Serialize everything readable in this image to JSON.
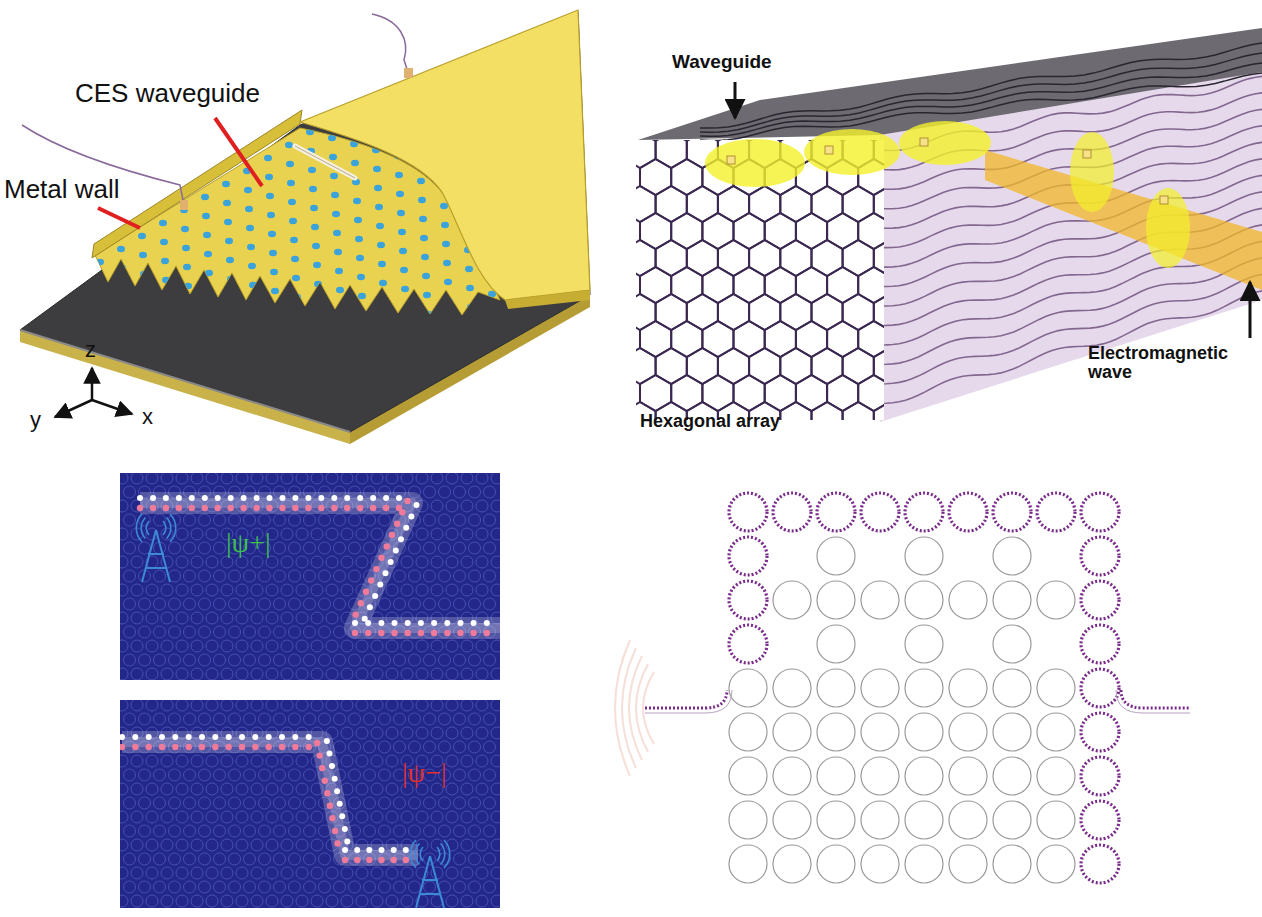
{
  "diagram": {
    "labels": [
      "CES waveguide",
      "Metal wall",
      "z",
      "y",
      "x",
      "Waveguide",
      "Electromagnetic wave",
      "Hexagonal array",
      "|ψ+|",
      "|ψ−|"
    ]
  }
}
